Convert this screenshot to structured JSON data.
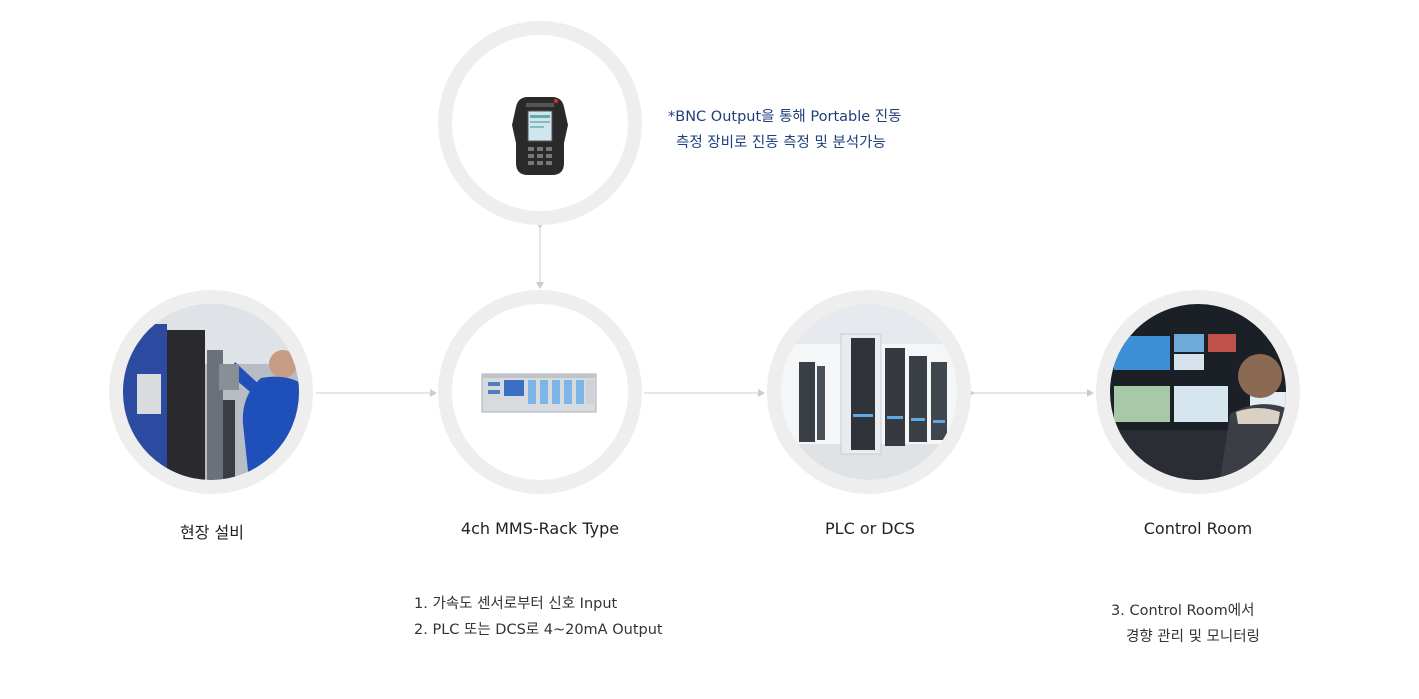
{
  "nodes": {
    "portable": {
      "caption": ""
    },
    "field": {
      "caption": "현장 설비"
    },
    "mms": {
      "caption": "4ch MMS-Rack Type"
    },
    "plc": {
      "caption": "PLC or DCS"
    },
    "control": {
      "caption": "Control Room"
    }
  },
  "notes": {
    "bnc_line1": "*BNC Output을 통해 Portable 진동",
    "bnc_line2": "측정 장비로 진동 측정 및 분석가능",
    "mms_line1": "1. 가속도 센서로부터 신호 Input",
    "mms_line2": "2. PLC 또는 DCS로 4~20mA Output",
    "control_line1": "3. Control Room에서",
    "control_line2": "경향 관리 및 모니터링"
  },
  "colors": {
    "ring": "#eeeeee",
    "connector": "#cccccc",
    "note_blue": "#1f3f7a",
    "text": "#222222"
  },
  "icons": {
    "portable": "portable-vibration-meter-icon",
    "field": "field-equipment-photo",
    "mms": "mms-rack-device-icon",
    "plc": "server-racks-photo",
    "control": "control-room-photo"
  }
}
